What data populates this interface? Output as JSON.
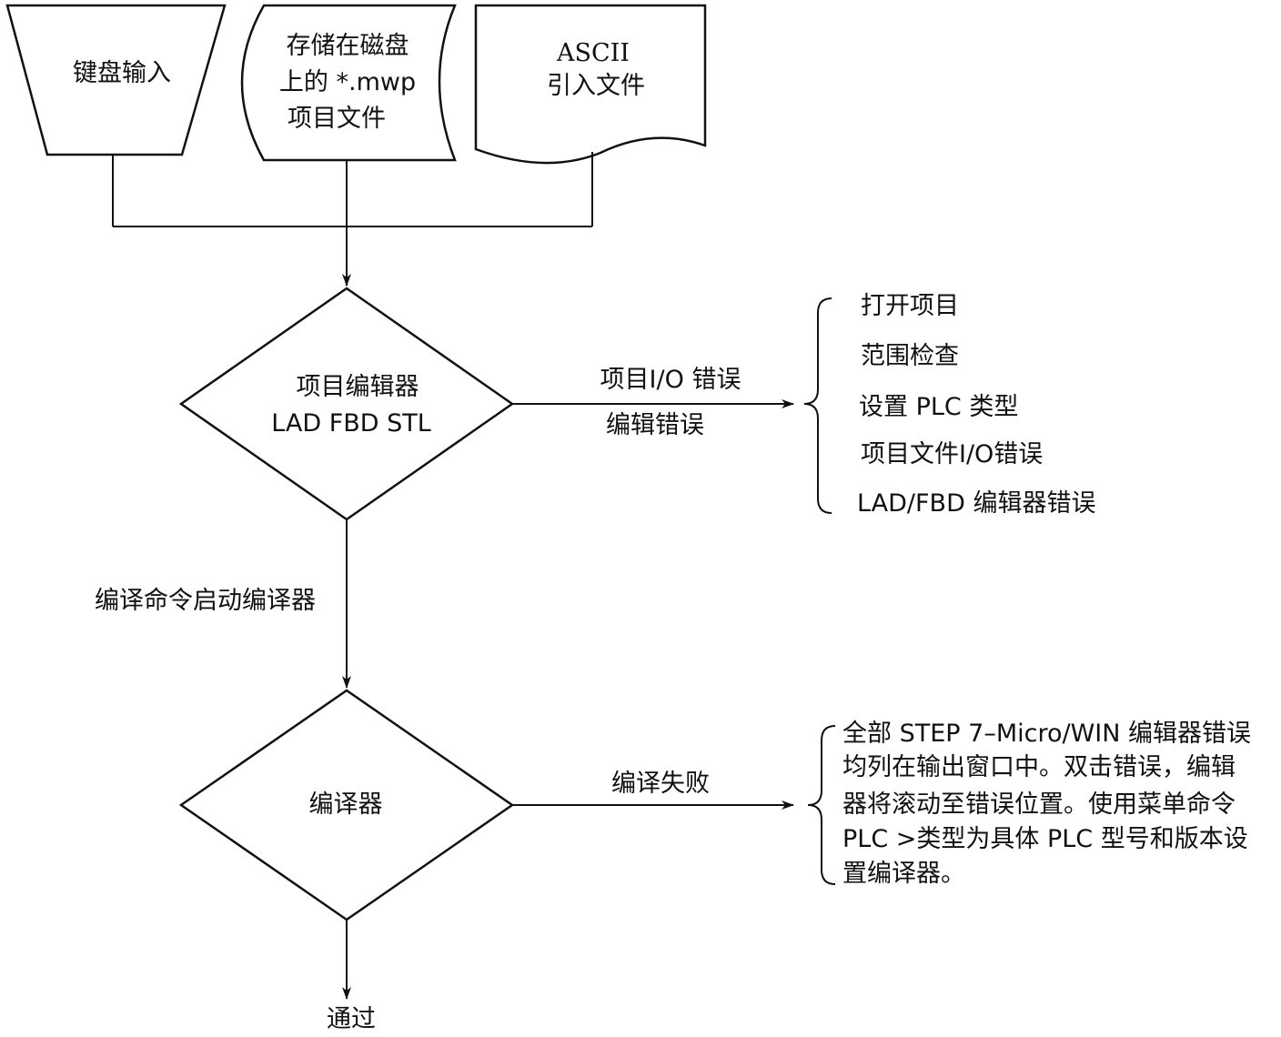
{
  "inputs": {
    "keyboard": "键盘输入",
    "disk_file": [
      "存储在磁盘",
      "上的 *.mwp",
      "项目文件"
    ],
    "ascii_import": [
      "ASCII",
      "引入文件"
    ]
  },
  "editor": {
    "name": "项目编辑器",
    "languages": "LAD FBD STL"
  },
  "editor_errors": {
    "arrow_label_top": "项目I/O 错误",
    "arrow_label_bottom": "编辑错误",
    "items": [
      "打开项目",
      "范围检查",
      "设置 PLC 类型",
      "项目文件I/O错误",
      "LAD/FBD 编辑器错误"
    ]
  },
  "compile_command": "编译命令启动编译器",
  "compiler": {
    "name": "编译器",
    "fail_label": "编译失败",
    "fail_note": [
      "全部 STEP 7–Micro/WIN 编辑器错误",
      "均列在输出窗口中。双击错误，编辑",
      "器将滚动至错误位置。使用菜单命令",
      "PLC >类型为具体 PLC 型号和版本设",
      "置编译器。"
    ]
  },
  "pass_label": "通过"
}
